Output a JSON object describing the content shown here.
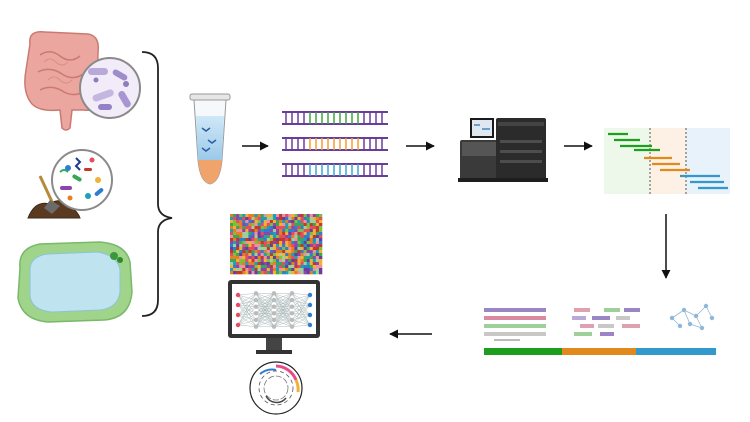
{
  "diagram": {
    "type": "metagenomics-workflow",
    "sources": [
      {
        "name": "gut-microbiome-source",
        "icon": "intestine-icon"
      },
      {
        "name": "soil-microbiome-source",
        "icon": "soil-sample-icon"
      },
      {
        "name": "water-microbiome-source",
        "icon": "pond-icon"
      }
    ],
    "steps": [
      {
        "name": "dna-extraction",
        "icon": "sample-tube-icon"
      },
      {
        "name": "library-preparation",
        "icon": "dna-fragments-icon"
      },
      {
        "name": "sequencing",
        "icon": "sequencer-icon"
      },
      {
        "name": "read-assembly",
        "icon": "read-alignment-icon"
      },
      {
        "name": "binning",
        "icon": "contig-bins-icon"
      },
      {
        "name": "analysis",
        "icon": "heatmap-network-genome-icon"
      }
    ],
    "colors": {
      "gut": "#e8a09a",
      "microbe_lavender": "#b8a9d9",
      "pond_water": "#bfe3ef",
      "pond_grass": "#9fd48a",
      "green_read": "#1e9e1e",
      "orange_read": "#e08a1e",
      "blue_read": "#3399cc",
      "purple_dna": "#6a3d9a",
      "arrow": "#111111"
    }
  }
}
